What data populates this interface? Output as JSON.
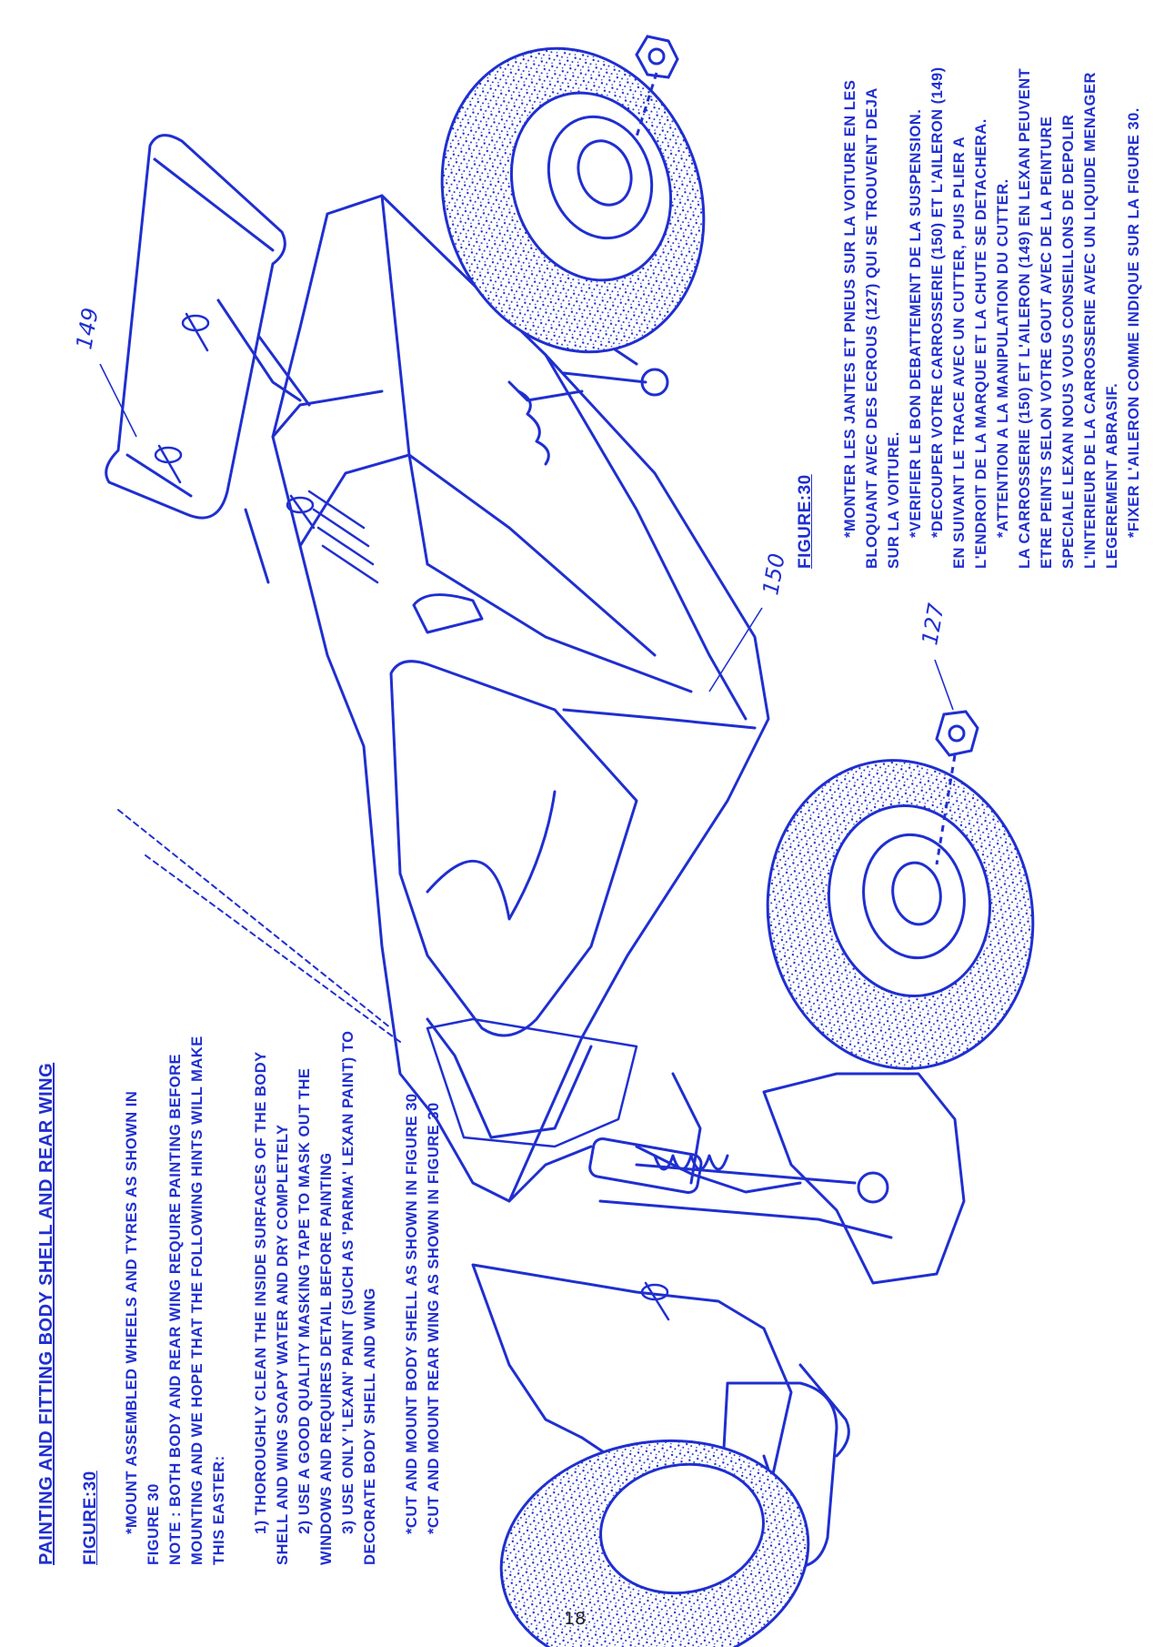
{
  "english": {
    "heading": "PAINTING AND FITTING BODY SHELL AND REAR WING",
    "figure": "FIGURE:30",
    "lines": [
      "*MOUNT ASSEMBLED WHEELS AND TYRES AS SHOWN IN",
      "FIGURE 30",
      "NOTE : BOTH BODY AND REAR WING REQUIRE PAINTING BEFORE",
      "MOUNTING AND WE HOPE THAT THE FOLLOWING HINTS WILL MAKE",
      "THIS EASTER:",
      "1) THOROUGHLY CLEAN THE INSIDE SURFACES OF THE BODY",
      "SHELL AND WING SOAPY WATER AND DRY COMPLETELY",
      "2) USE A GOOD QUALITY MASKING TAPE TO MASK OUT THE",
      "WINDOWS AND REQUIRES DETAIL BEFORE PAINTING",
      "3) USE ONLY 'LEXAN' PAINT (SUCH AS 'PARMA' LEXAN PAINT) TO",
      "DECORATE BODY SHELL AND WING",
      "*CUT AND MOUNT BODY SHELL AS SHOWN IN FIGURE 30",
      "*CUT AND MOUNT REAR WING AS SHOWN IN FIGURE 30"
    ]
  },
  "french": {
    "figure": "FIGURE:30",
    "lines": [
      "*MONTER LES JANTES ET PNEUS SUR LA VOITURE EN LES",
      "BLOQUANT AVEC DES ECROUS (127) QUI SE TROUVENT DEJA",
      "SUR LA VOITURE.",
      "*VERIFIER LE BON DEBATTEMENT DE LA SUSPENSION.",
      "*DECOUPER VOTRE CARROSSERIE (150) ET L'AILERON (149)",
      "EN SUIVANT LE TRACE AVEC UN CUTTER, PUIS PLIER A",
      "L'ENDROIT DE LA MARQUE ET LA CHUTE SE DETACHERA.",
      "*ATTENTION A LA MANIPULATION DU CUTTER.",
      "LA CARROSSERIE (150) ET L'AILERON (149) EN LEXAN PEUVENT",
      "ETRE PEINTS SELON VOTRE GOUT AVEC DE LA PEINTURE",
      "SPECIALE LEXAN NOUS VOUS CONSEILLONS DE DEPOLIR",
      "L'INTERIEUR DE LA CARROSSERIE AVEC UN LIQUIDE MENAGER",
      "LEGEREMENT ABRASIF.",
      "*FIXER L'AILERON COMME INDIQUE SUR LA FIGURE 30."
    ]
  },
  "callouts": {
    "wing": "149",
    "body": "150",
    "nut": "127"
  },
  "page_number": "18",
  "colors": {
    "ink": "#1f2fd0"
  }
}
